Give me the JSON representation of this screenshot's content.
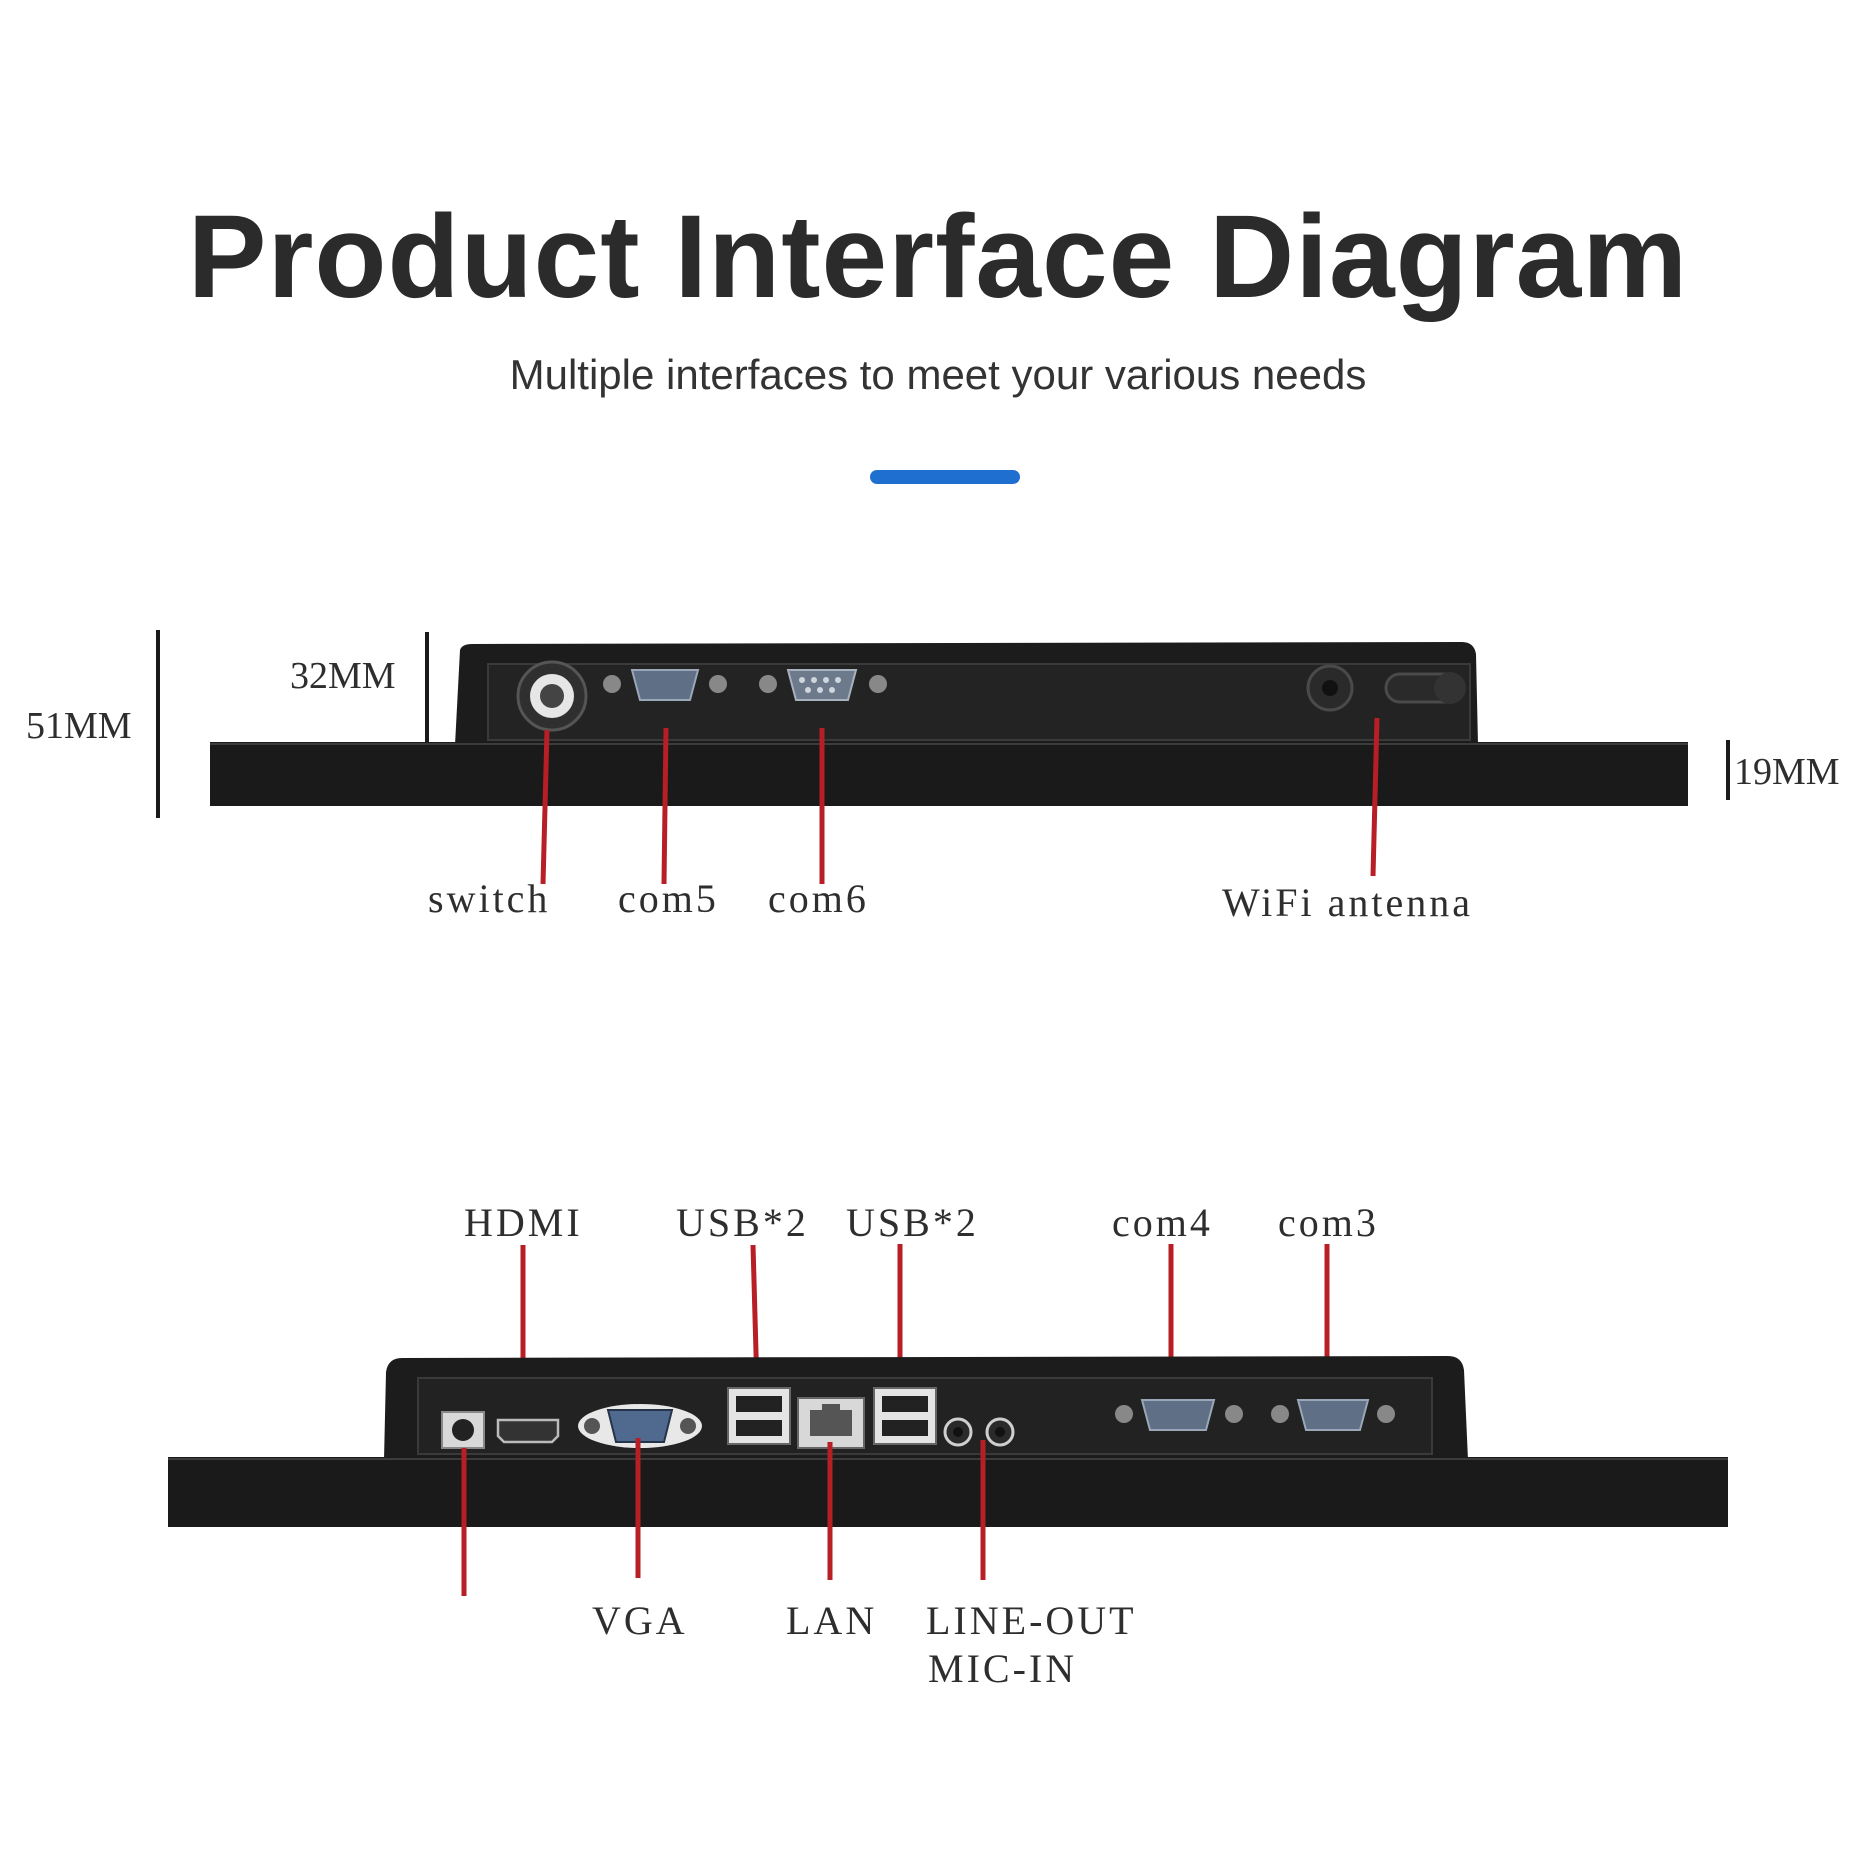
{
  "header": {
    "title": "Product Interface Diagram",
    "subtitle": "Multiple interfaces to meet your various needs"
  },
  "colors": {
    "accent": "#1f6fd1",
    "callout_line": "#b81e25",
    "device_body": "#1c1c1c",
    "title_text": "#2b2b2b"
  },
  "top_view": {
    "dimensions": {
      "total_height": "51MM",
      "back_housing_height": "32MM",
      "panel_thickness": "19MM"
    },
    "ports": {
      "switch": "switch",
      "com5": "com5",
      "com6": "com6",
      "wifi": "WiFi antenna"
    }
  },
  "bottom_view": {
    "ports": {
      "hdmi": "HDMI",
      "usb_a": "USB*2",
      "usb_b": "USB*2",
      "com4": "com4",
      "com3": "com3",
      "vga": "VGA",
      "lan": "LAN",
      "line_out": "LINE-OUT",
      "mic_in": "MIC-IN"
    }
  }
}
